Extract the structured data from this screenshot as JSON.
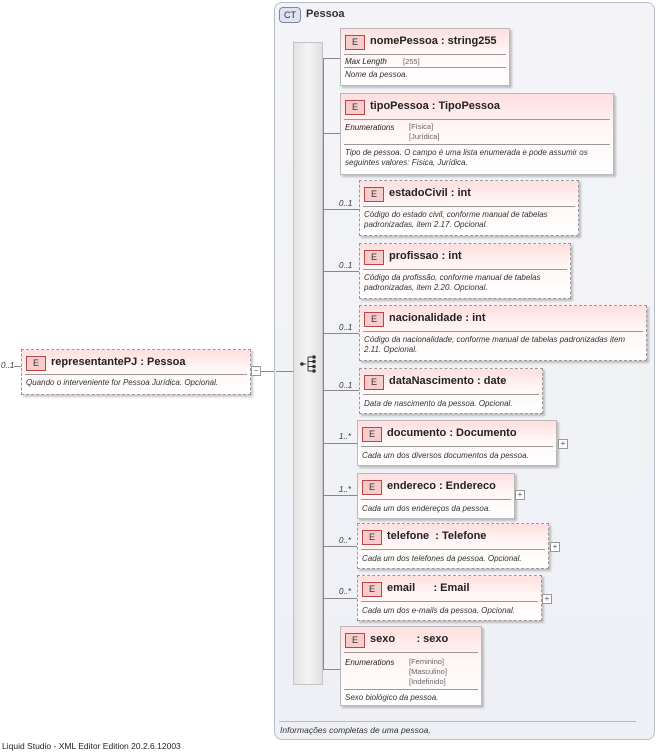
{
  "footer": "Liquid Studio - XML Editor Edition 20.2.6.12003",
  "root": {
    "cardinality": "0..1",
    "badge": "E",
    "name": "representantePJ : Pessoa",
    "description": "Quando o interveniente for Pessoa Jurídica. Opcional.",
    "expander": "−"
  },
  "complex_type": {
    "badge": "CT",
    "name": "Pessoa",
    "description": "Informações completas de uma pessoa."
  },
  "children": [
    {
      "badge": "E",
      "name": "nomePessoa : string255",
      "cardinality": "",
      "facet_key": "Max Length",
      "facet_values": [
        "[255]"
      ],
      "description": "Nome da pessoa."
    },
    {
      "badge": "E",
      "name": "tipoPessoa : TipoPessoa",
      "cardinality": "",
      "facet_key": "Enumerations",
      "facet_values": [
        "[Física]",
        "[Jurídica]"
      ],
      "description": "Tipo de pessoa. O campo é uma lista enumerada e pode assumir os seguintes valores: Física, Jurídica."
    },
    {
      "badge": "E",
      "name": "estadoCivil : int",
      "cardinality": "0..1",
      "description": "Código do estado civil, conforme manual de tabelas padronizadas, item 2.17. Opcional."
    },
    {
      "badge": "E",
      "name": "profissao : int",
      "cardinality": "0..1",
      "description": "Código da profissão, conforme manual de tabelas padronizadas, item 2.20. Opcional."
    },
    {
      "badge": "E",
      "name": "nacionalidade : int",
      "cardinality": "0..1",
      "description": "Código da nacionalidade, conforme manual de tabelas padronizadas item 2.11. Opcional."
    },
    {
      "badge": "E",
      "name": "dataNascimento : date",
      "cardinality": "0..1",
      "description": "Data de nascimento da pessoa. Opcional."
    },
    {
      "badge": "E",
      "name": "documento : Documento",
      "cardinality": "1..*",
      "description": "Cada um dos diversos documentos da pessoa.",
      "expander": "+"
    },
    {
      "badge": "E",
      "name": "endereco : Endereco",
      "cardinality": "1..*",
      "description": "Cada um dos endereços da pessoa.",
      "expander": "+"
    },
    {
      "badge": "E",
      "name": "telefone  : Telefone",
      "cardinality": "0..*",
      "description": "Cada um dos telefones da pessoa. Opcional.",
      "expander": "+"
    },
    {
      "badge": "E",
      "name": "email      : Email",
      "cardinality": "0..*",
      "description": "Cada um dos e-mails da pessoa. Opcional.",
      "expander": "+"
    },
    {
      "badge": "E",
      "name": "sexo       : sexo",
      "cardinality": "",
      "facet_key": "Enumerations",
      "facet_values": [
        "[Feminino]",
        "[Masculino]",
        "[Indefinido]"
      ],
      "description": "Sexo biológico da pessoa."
    }
  ]
}
